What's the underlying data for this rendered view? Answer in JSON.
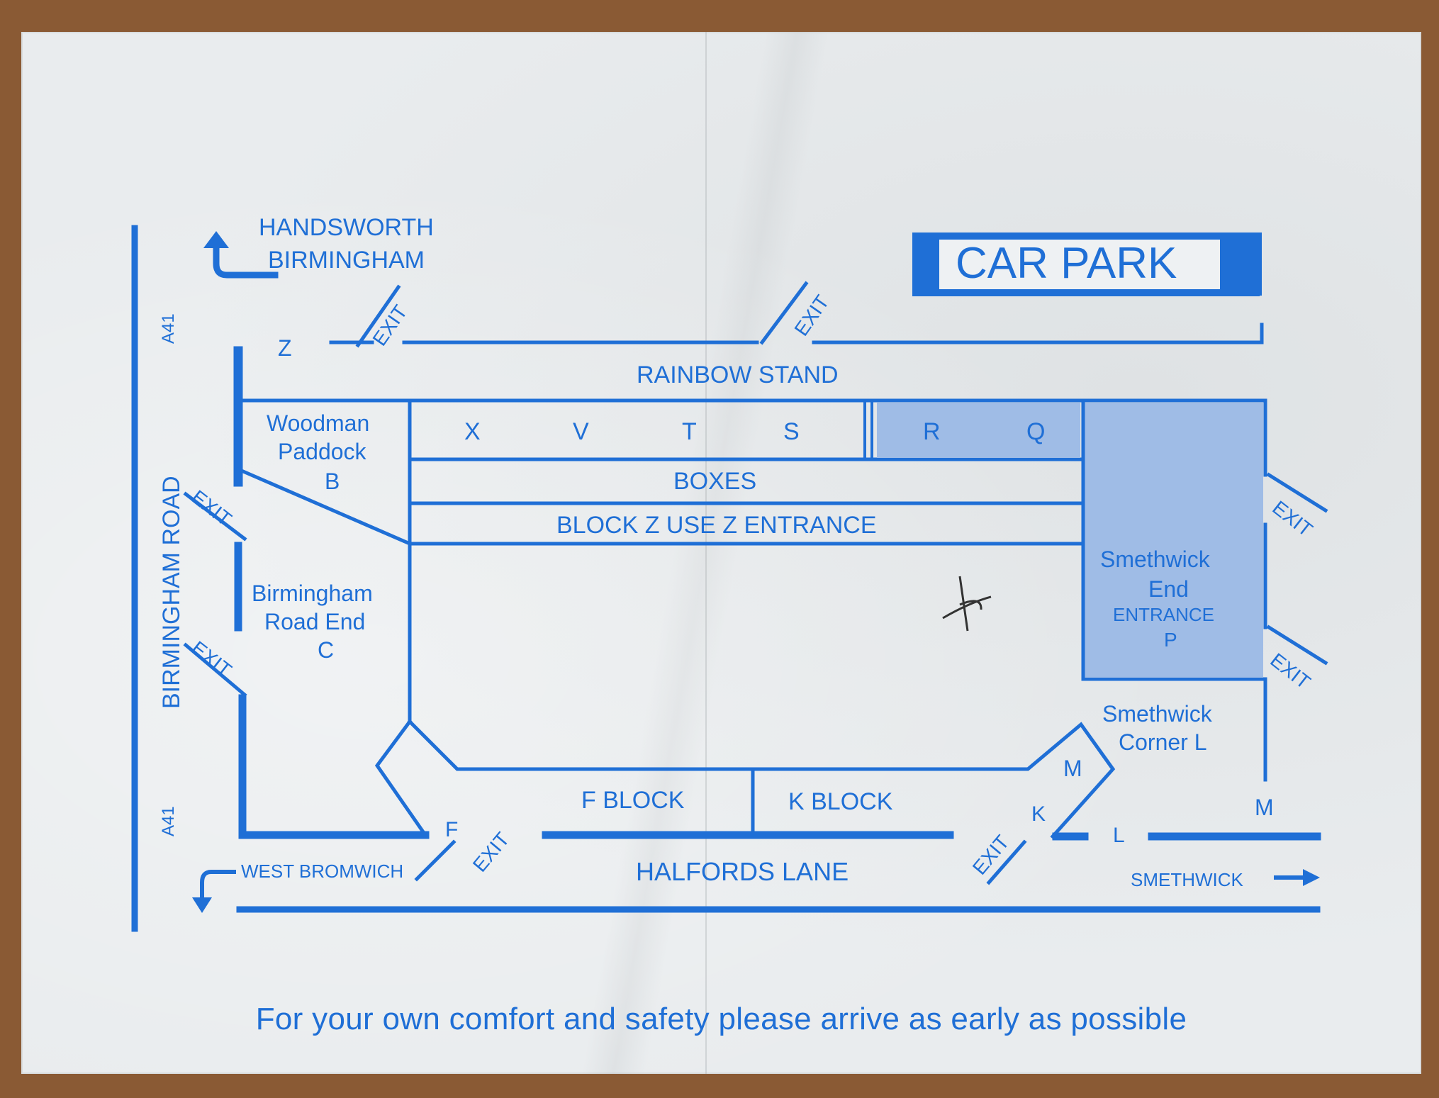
{
  "labels": {
    "handsworth": "HANDSWORTH",
    "birmingham": "BIRMINGHAM",
    "car_park": "CAR PARK",
    "a41": "A41",
    "z": "Z",
    "exit": "EXIT",
    "rainbow_stand": "RAINBOW STAND",
    "woodman_1": "Woodman",
    "woodman_2": "Paddock",
    "woodman_3": "B",
    "sec_x": "X",
    "sec_v": "V",
    "sec_t": "T",
    "sec_s": "S",
    "sec_r": "R",
    "sec_q": "Q",
    "boxes": "BOXES",
    "block_z": "BLOCK Z USE Z ENTRANCE",
    "birmingham_road": "BIRMINGHAM ROAD",
    "brend_1": "Birmingham",
    "brend_2": "Road End",
    "brend_3": "C",
    "smethwick_end_1": "Smethwick",
    "smethwick_end_2": "End",
    "smethwick_end_3": "ENTRANCE",
    "smethwick_end_4": "P",
    "smethwick_corner_1": "Smethwick",
    "smethwick_corner_2": "Corner L",
    "m": "M",
    "f": "F",
    "f_block": "F BLOCK",
    "k_block": "K BLOCK",
    "k": "K",
    "l": "L",
    "west_bromwich": "WEST BROMWICH",
    "halfords_lane": "HALFORDS LANE",
    "smethwick": "SMETHWICK"
  },
  "footer": "For your own comfort and safety please arrive as early as possible",
  "colors": {
    "ink": "#1f6fd6",
    "shaded_area": "#9fbce6",
    "paper": "#e9ecee"
  }
}
